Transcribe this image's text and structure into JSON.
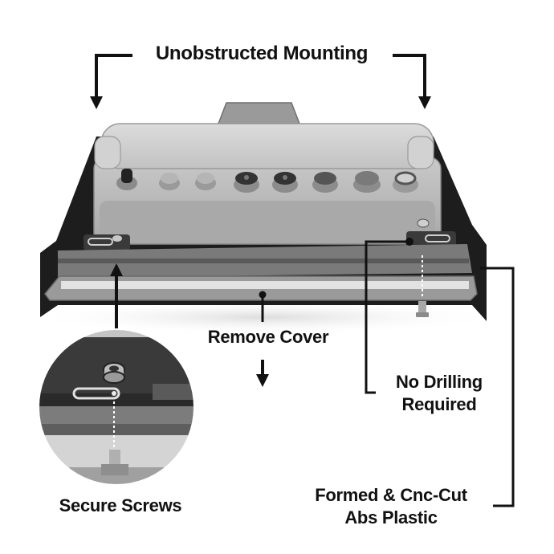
{
  "labels": {
    "unobstructed_mounting": "Unobstructed Mounting",
    "remove_cover": "Remove Cover",
    "no_drilling_line1": "No Drilling",
    "no_drilling_line2": "Required",
    "formed_line1": "Formed & Cnc-Cut",
    "formed_line2": "Abs Plastic",
    "secure_screws": "Secure Screws"
  },
  "colors": {
    "mount_black": "#1d1d1d",
    "device_gray": "#b8b8b8",
    "arrow_black": "#111111"
  }
}
